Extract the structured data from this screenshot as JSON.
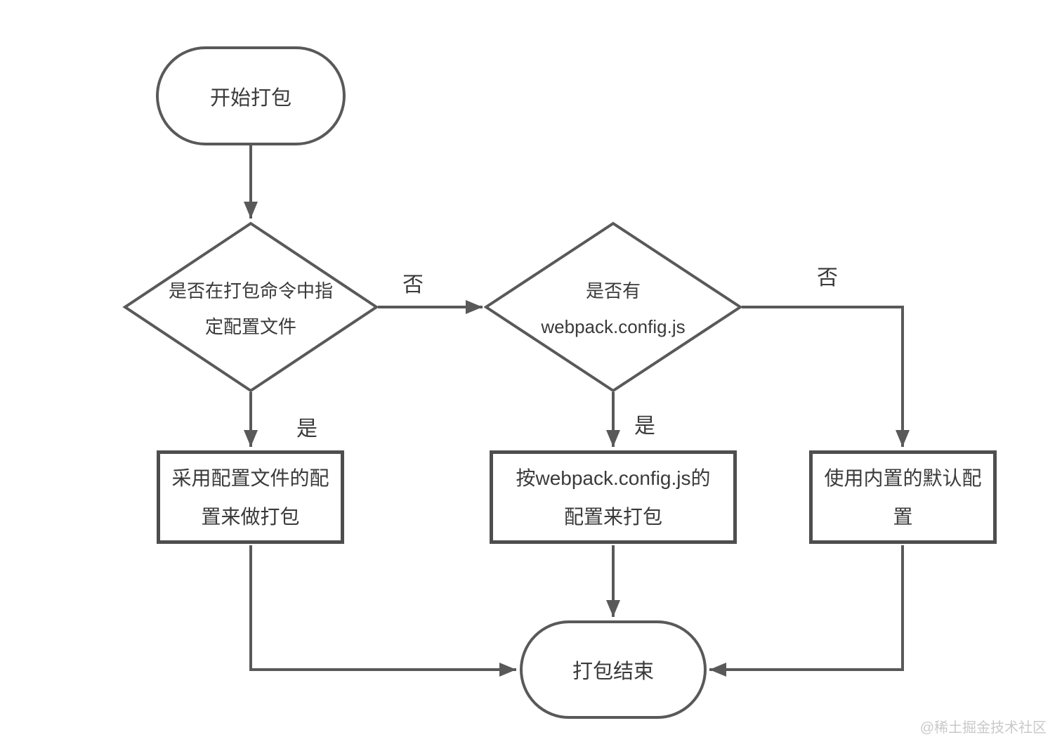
{
  "nodes": {
    "start": {
      "label": "开始打包"
    },
    "decision_cli_config": {
      "line1": "是否在打包命令中指",
      "line2": "定配置文件"
    },
    "decision_webpack_config": {
      "line1": "是否有",
      "line2": "webpack.config.js"
    },
    "process_use_config_file": {
      "line1": "采用配置文件的配",
      "line2": "置来做打包"
    },
    "process_use_webpack_config": {
      "line1": "按webpack.config.js的",
      "line2": "配置来打包"
    },
    "process_use_default": {
      "line1": "使用内置的默认配",
      "line2": "置"
    },
    "end": {
      "label": "打包结束"
    }
  },
  "edge_labels": {
    "decision1_no": "否",
    "decision1_yes": "是",
    "decision2_yes": "是",
    "decision2_no": "否"
  },
  "watermark": "@稀土掘金技术社区",
  "colors": {
    "stroke": "#595959",
    "text": "#3a3a3a",
    "watermark": "#c9c9c9",
    "background": "#ffffff"
  }
}
